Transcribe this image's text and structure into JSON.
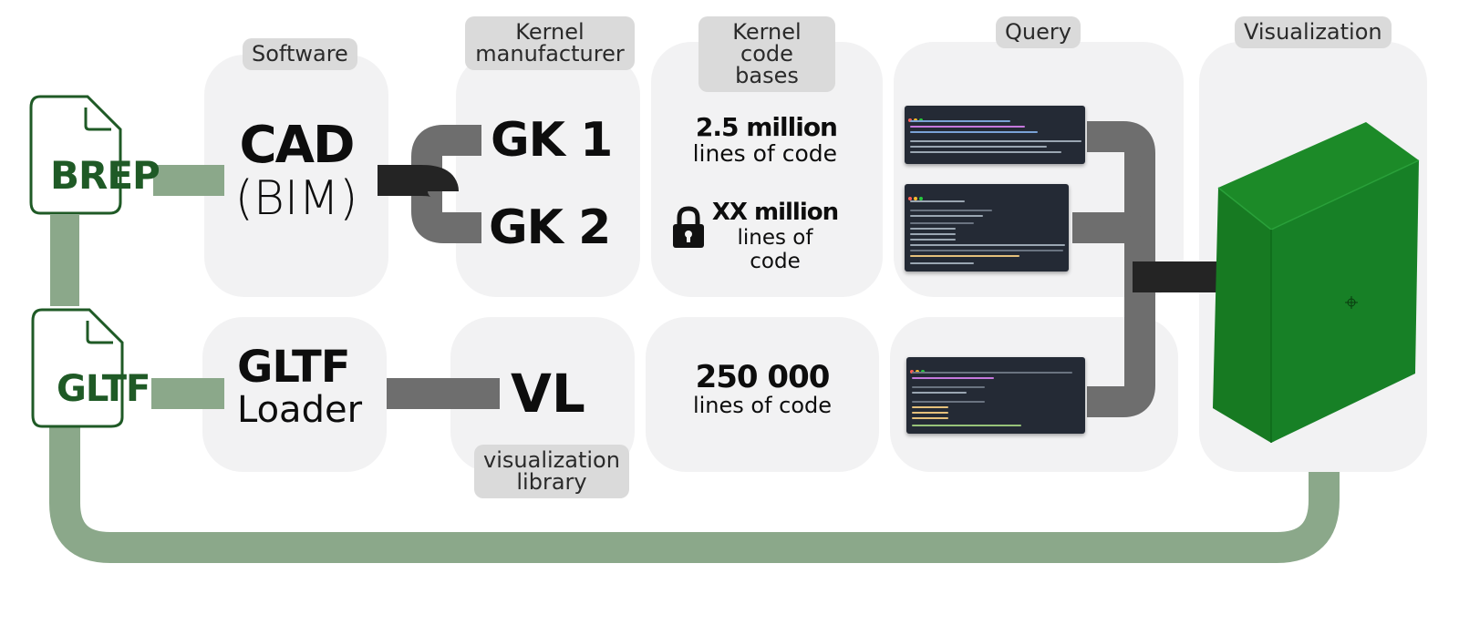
{
  "colors": {
    "green_pipe": "#8ba88a",
    "dark_pipe": "#242424",
    "gray_pipe": "#6e6e6e",
    "file_green": "#1f5a26",
    "box_green": "#167a22",
    "panel": "#f2f2f3",
    "tag": "#dadada"
  },
  "columns": {
    "software": "Software",
    "kernel_manufacturer": "Kernel manufacturer",
    "kernel_code_bases": "Kernel code bases",
    "query": "Query",
    "visualization": "Visualization"
  },
  "files": {
    "brep": "BREP",
    "gltf": "GLTF"
  },
  "top_row": {
    "software_main": "CAD",
    "software_sub": "(BIM)",
    "kernel_1": "GK 1",
    "kernel_2": "GK 2",
    "codebase_1_count": "2.5 million",
    "codebase_1_unit": "lines of code",
    "codebase_2_count": "XX million",
    "codebase_2_unit": "lines of code",
    "codebase_2_icon": "lock-icon"
  },
  "bottom_row": {
    "software_main": "GLTF",
    "software_sub": "Loader",
    "library": "VL",
    "library_tag": "visualization library",
    "codebase_count": "250 000",
    "codebase_unit": "lines of code"
  },
  "visualization": {
    "object": "green-box-3d"
  }
}
